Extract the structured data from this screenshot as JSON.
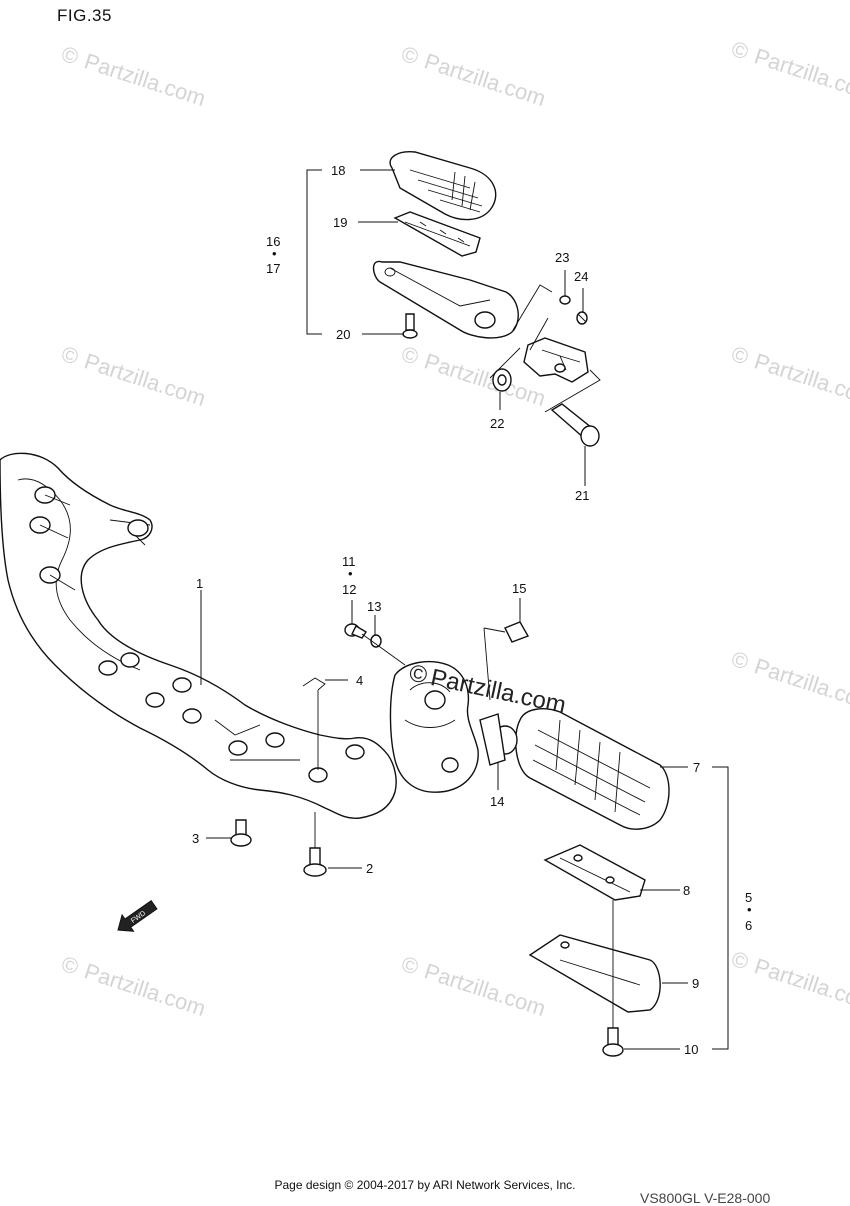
{
  "figure": {
    "label": "FIG.35"
  },
  "watermark": {
    "symbol": "©",
    "text": "Partzilla.com",
    "center_text": "Partzilla.com"
  },
  "callouts": {
    "c1": "1",
    "c2": "2",
    "c3": "3",
    "c4": "4",
    "c5": "5",
    "c6": "6",
    "c7": "7",
    "c8": "8",
    "c9": "9",
    "c10": "10",
    "c11": "11",
    "c12": "12",
    "c13": "13",
    "c14": "14",
    "c15": "15",
    "c16": "16",
    "c17": "17",
    "c18": "18",
    "c19": "19",
    "c20": "20",
    "c21": "21",
    "c22": "22",
    "c23": "23",
    "c24": "24",
    "dot": "•"
  },
  "fwd_arrow": {
    "label": "FWD"
  },
  "footer": {
    "text": "Page design © 2004-2017 by ARI Network Services, Inc.",
    "code": "VS800GL V-E28-000"
  }
}
